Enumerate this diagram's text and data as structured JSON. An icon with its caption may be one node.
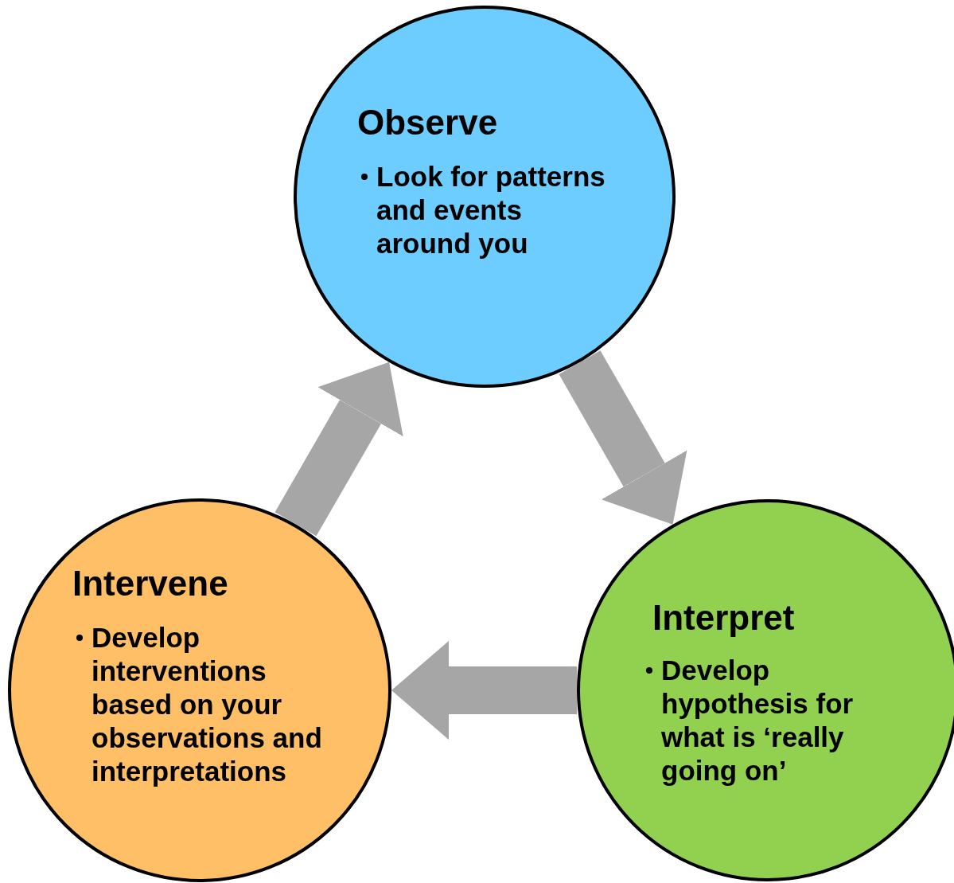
{
  "diagram": {
    "nodes": [
      {
        "text": [
          "Observe",
          "Look for patterns and events around you"
        ]
      },
      {
        "text": [
          "Interpret",
          "Develop hypothesis for what is ‘really going on’"
        ]
      },
      {
        "text": [
          "Intervene",
          "Develop interventions based on your observations and interpretations"
        ]
      }
    ],
    "edges": [
      {
        "from": 0,
        "to": 1,
        "arrow": "to"
      },
      {
        "from": 1,
        "to": 2,
        "arrow": "to"
      },
      {
        "from": 2,
        "to": 0,
        "arrow": "to"
      }
    ]
  }
}
